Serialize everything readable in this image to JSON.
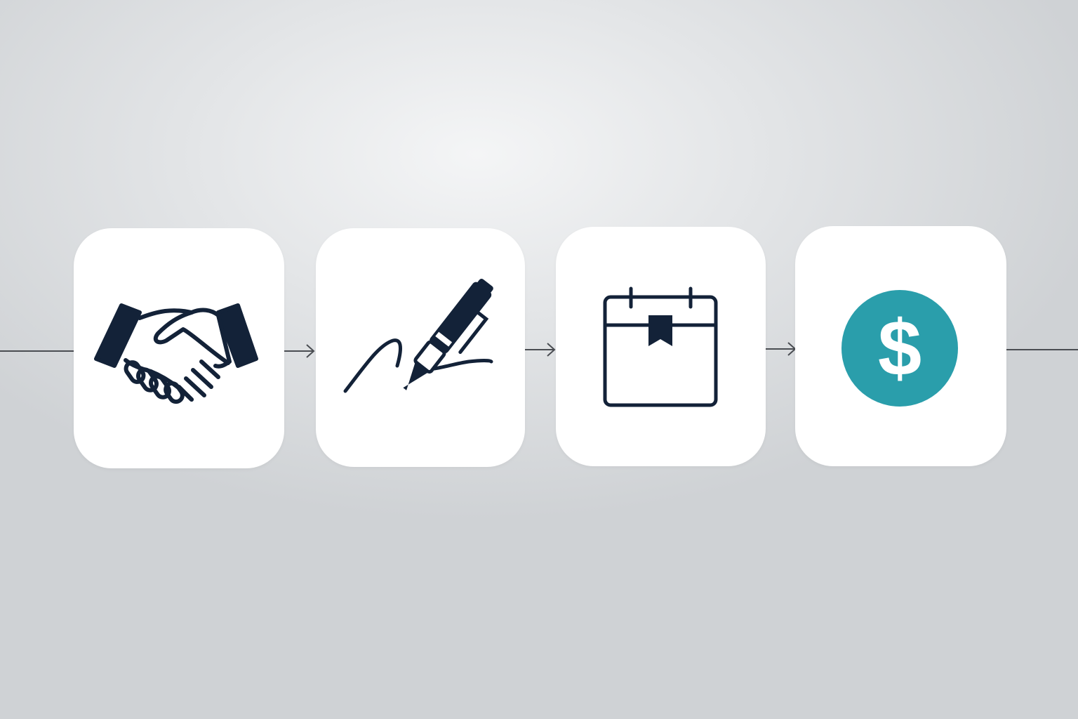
{
  "diagram": {
    "colors": {
      "icon": "#132238",
      "accent": "#2a9eab",
      "connector": "#4a4d52",
      "card": "#ffffff"
    },
    "steps": [
      {
        "icon": "handshake-icon",
        "label": ""
      },
      {
        "icon": "pen-signature-icon",
        "label": ""
      },
      {
        "icon": "calendar-icon",
        "label": ""
      },
      {
        "icon": "dollar-coin-icon",
        "symbol": "$",
        "label": ""
      }
    ],
    "connectors": [
      "arrow-right",
      "arrow-right",
      "arrow-right"
    ]
  }
}
